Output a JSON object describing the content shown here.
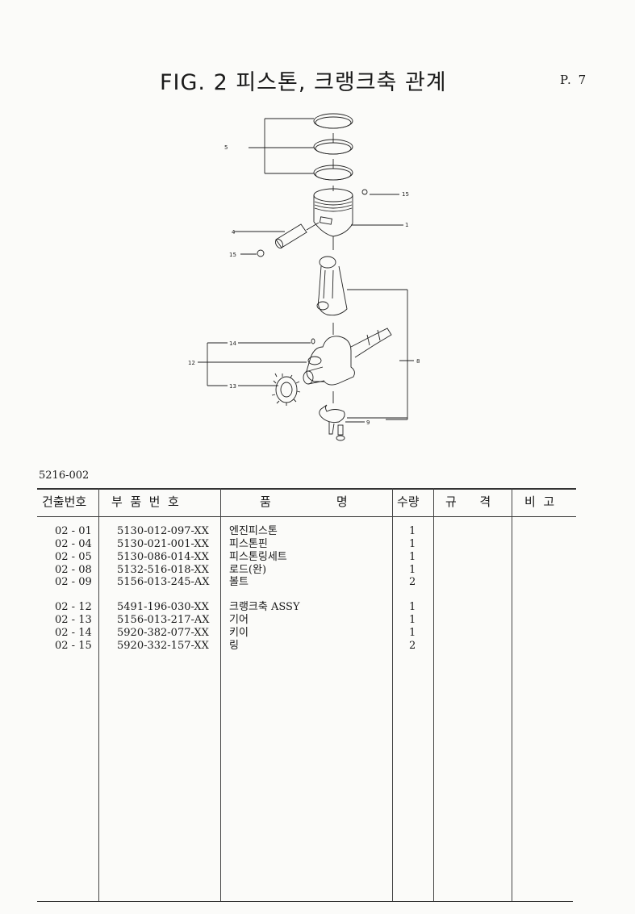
{
  "header": {
    "title": "FIG. 2  피스톤, 크랭크축 관계",
    "page": "P. 7",
    "doc_code": "5216-002"
  },
  "diagram": {
    "callouts": [
      "5",
      "15",
      "1",
      "4",
      "15",
      "8",
      "14",
      "12",
      "13",
      "9"
    ]
  },
  "table": {
    "headers": [
      "건출번호",
      "부  품  번  호",
      "품                 명",
      "수량",
      "규      격",
      "비  고"
    ],
    "rows": [
      {
        "no": "02 - 01",
        "part": "5130-012-097-XX",
        "name": "엔진피스톤",
        "qty": "1"
      },
      {
        "no": "02 - 04",
        "part": "5130-021-001-XX",
        "name": "피스톤핀",
        "qty": "1"
      },
      {
        "no": "02 - 05",
        "part": "5130-086-014-XX",
        "name": "피스톤링세트",
        "qty": "1"
      },
      {
        "no": "02 - 08",
        "part": "5132-516-018-XX",
        "name": "로드(완)",
        "qty": "1"
      },
      {
        "no": "02 - 09",
        "part": "5156-013-245-AX",
        "name": "볼트",
        "qty": "2"
      },
      {
        "no": "02 - 12",
        "part": "5491-196-030-XX",
        "name": "크랭크축 ASSY",
        "qty": "1"
      },
      {
        "no": "02 - 13",
        "part": "5156-013-217-AX",
        "name": "기어",
        "qty": "1"
      },
      {
        "no": "02 - 14",
        "part": "5920-382-077-XX",
        "name": "키이",
        "qty": "1"
      },
      {
        "no": "02 - 15",
        "part": "5920-332-157-XX",
        "name": "링",
        "qty": "2"
      }
    ]
  }
}
